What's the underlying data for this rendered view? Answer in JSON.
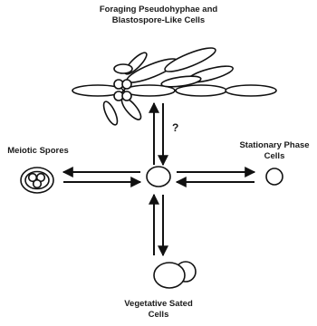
{
  "labels": {
    "foraging_line1": "Foraging Pseudohyphae and",
    "foraging_line2": "Blastospore-Like Cells",
    "meiotic": "Meiotic Spores",
    "stationary_line1": "Stationary Phase",
    "stationary_line2": "Cells",
    "vegetative_line1": "Vegetative Sated",
    "vegetative_line2": "Cells",
    "question_mark": "?"
  }
}
